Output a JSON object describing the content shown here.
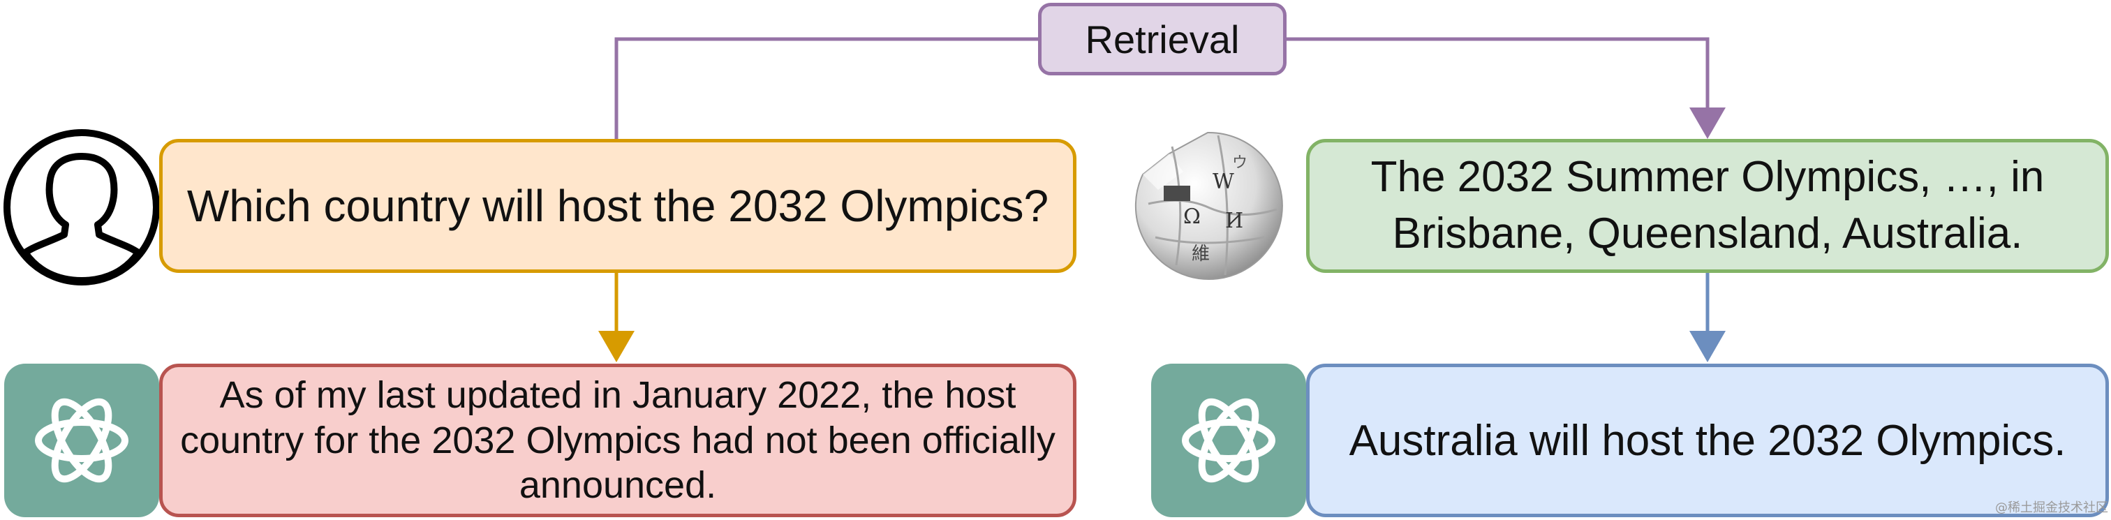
{
  "retrieval_label": "Retrieval",
  "question": "Which country will host the 2032 Olympics?",
  "retrieved_passage": "The 2032 Summer Olympics, …, in\nBrisbane, Queensland, Australia.",
  "answer_without_retrieval": "As of my last updated in January 2022, the host\ncountry for the 2032 Olympics had not been officially\nannounced.",
  "answer_with_retrieval": "Australia will host the 2032 Olympics.",
  "watermark": "@稀土掘金技术社区",
  "icons": {
    "user": "user-silhouette-icon",
    "wikipedia": "wikipedia-globe-icon",
    "assistant": "chatgpt-logo-icon"
  },
  "colors": {
    "retrieval": "#9673a6",
    "question": "#d79b00",
    "passage": "#82b366",
    "answer_bad": "#b85450",
    "answer_good": "#6c8ebf",
    "logo_tile": "#74aa9c"
  }
}
